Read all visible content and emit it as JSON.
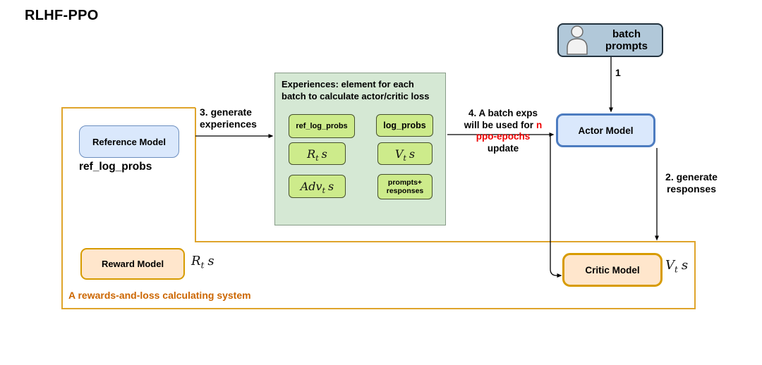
{
  "title": "RLHF-PPO",
  "colors": {
    "container_border": "#DFA42B",
    "caption_text": "#CC6600",
    "blue_fill": "#DAE8FC",
    "blue_border": "#6C8EBF",
    "actor_border": "#4D7CC0",
    "orange_fill": "#FFE6CC",
    "orange_border": "#D79B00",
    "green_container_fill": "#D5E8D4",
    "green_item_fill": "#CDEB8B",
    "batch_fill": "#B1C8D9",
    "highlight_red": "#EE0000",
    "arrow_color": "#000000"
  },
  "system": {
    "caption": "A rewards-and-loss calculating system",
    "reference_model": {
      "label": "Reference Model",
      "output": "ref_log_probs"
    },
    "reward_model": {
      "label": "Reward Model",
      "output_math": {
        "base": "R",
        "sub": "t",
        "tail": "s"
      }
    }
  },
  "experiences": {
    "title_line1": "Experiences: element for each",
    "title_line2": "batch to calculate actor/critic loss",
    "items": {
      "ref_log_probs": "ref_log_probs",
      "log_probs": "log_probs",
      "rts": {
        "base": "R",
        "sub": "t",
        "tail": "s"
      },
      "vts": {
        "base": "V",
        "sub": "t",
        "tail": "s"
      },
      "advts": {
        "base": "Adv",
        "sub": "t",
        "tail": "s"
      },
      "prompts_responses": {
        "line1": "prompts+",
        "line2": "responses"
      }
    }
  },
  "actor_model": {
    "label": "Actor Model"
  },
  "critic_model": {
    "label": "Critic Model",
    "output_math": {
      "base": "V",
      "sub": "t",
      "tail": "s"
    }
  },
  "batch_prompts": {
    "line1": "batch",
    "line2": "prompts",
    "icon": "person-icon"
  },
  "steps": {
    "step1": {
      "label": "1"
    },
    "step2": {
      "line1": "2. generate",
      "line2": "responses"
    },
    "step3": {
      "line1": "3. generate",
      "line2": "experiences"
    },
    "step4": {
      "line1": "4. A batch exps",
      "line2_black": "will be used for",
      "line2_red": "n",
      "line3_red": "ppo-epochs",
      "line4": "update"
    }
  }
}
